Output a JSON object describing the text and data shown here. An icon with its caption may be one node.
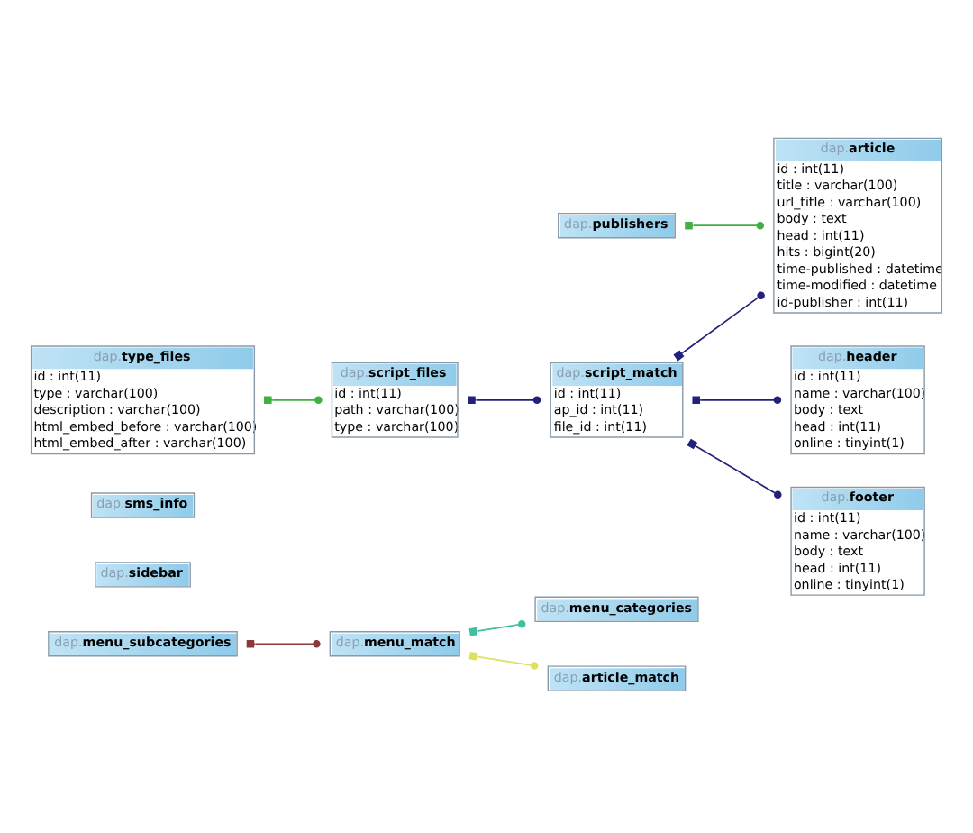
{
  "diagram": {
    "nodes": [
      {
        "text": [
          "dap.menu_categories"
        ]
      },
      {
        "text": [
          "dap.menu_subcategories"
        ]
      },
      {
        "text": [
          "dap.menu_match"
        ]
      },
      {
        "text": [
          "dap.article_match"
        ]
      },
      {
        "text": [
          "dap.sidebar"
        ]
      },
      {
        "text": [
          "dap.sms_info"
        ]
      },
      {
        "text": [
          "dap.publishers"
        ]
      },
      {
        "text": [
          "dap.type_files",
          "id : int(11)",
          "type : varchar(100)",
          "description : varchar(100)",
          "html_embed_before : varchar(100)",
          "html_embed_after : varchar(100)"
        ]
      },
      {
        "text": [
          "dap.article",
          "id : int(11)",
          "title : varchar(100)",
          "url_title : varchar(100)",
          "body : text",
          "head : int(11)",
          "hits : bigint(20)",
          "time-published : datetime",
          "time-modified : datetime",
          "id-publisher : int(11)"
        ]
      },
      {
        "text": [
          "dap.script_files",
          "id : int(11)",
          "path : varchar(100)",
          "type : varchar(100)"
        ]
      },
      {
        "text": [
          "dap.header",
          "id : int(11)",
          "name : varchar(100)",
          "body : text",
          "head : int(11)",
          "online : tinyint(1)"
        ]
      },
      {
        "text": [
          "dap.script_match",
          "id : int(11)",
          "ap_id : int(11)",
          "file_id : int(11)"
        ]
      },
      {
        "text": [
          "dap.footer",
          "id : int(11)",
          "name : varchar(100)",
          "body : text",
          "head : int(11)",
          "online : tinyint(1)"
        ]
      }
    ],
    "edges": [
      {
        "from": 1,
        "to": 2,
        "arrow": "other",
        "color": "#8b3a3a"
      },
      {
        "from": 2,
        "to": 0,
        "arrow": "other",
        "color": "#40c0a0"
      },
      {
        "from": 2,
        "to": 3,
        "arrow": "other",
        "color": "#e0e060"
      },
      {
        "from": 6,
        "to": 8,
        "arrow": "other",
        "color": "#40b040"
      },
      {
        "from": 7,
        "to": 9,
        "arrow": "other",
        "color": "#40b040"
      },
      {
        "from": 11,
        "to": 8,
        "arrow": "other"
      },
      {
        "from": 11,
        "to": 10,
        "arrow": "other"
      },
      {
        "from": 11,
        "to": 12,
        "arrow": "other"
      },
      {
        "from": 9,
        "to": 11,
        "arrow": "other"
      }
    ]
  }
}
